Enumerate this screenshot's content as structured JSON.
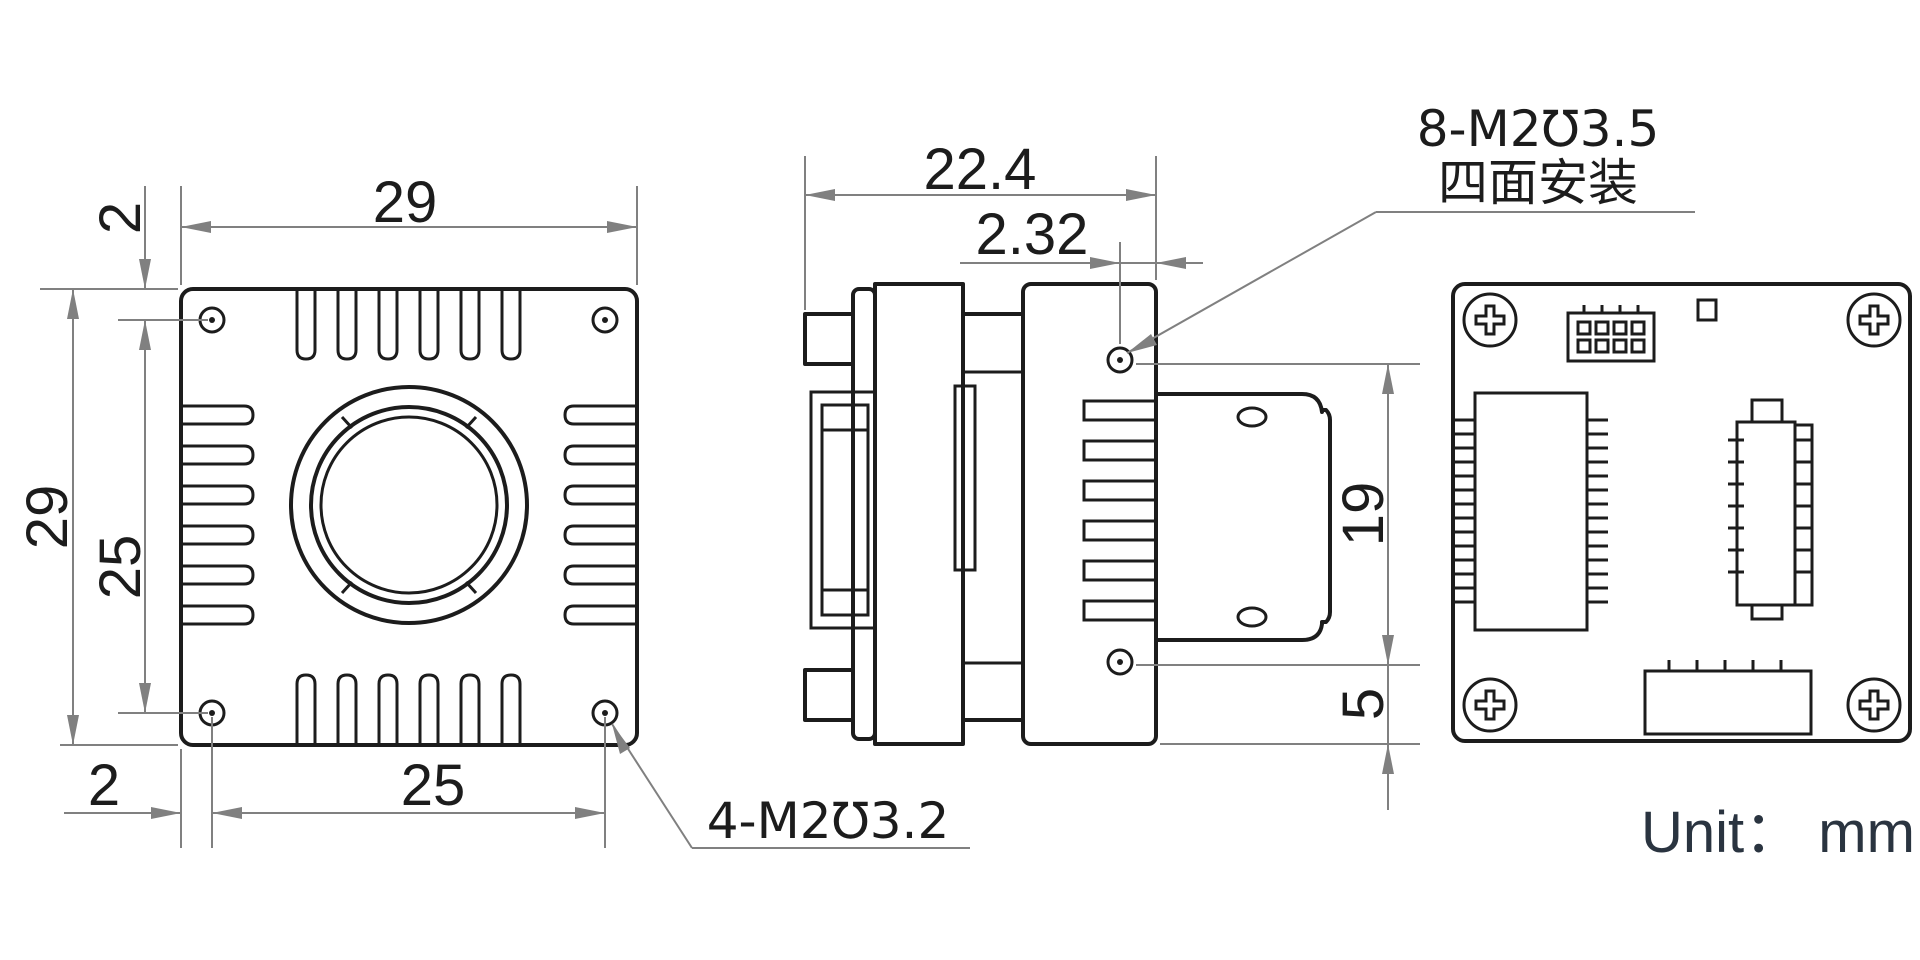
{
  "front_view": {
    "width_label": "29",
    "height_label": "29",
    "hole_spacing_h_label": "25",
    "hole_spacing_v_label": "25",
    "top_offset_label": "2",
    "left_offset_label": "2",
    "hole_callout": "4-M2℧3.2"
  },
  "side_view": {
    "depth_label": "22.4",
    "step_label": "2.32",
    "hole_spacing_label": "19",
    "bottom_offset_label": "5",
    "hole_callout_line1": "8-M2℧3.5",
    "hole_callout_line2": "四面安装"
  },
  "back_view": {
    "unit_label": "Unit： mm"
  }
}
